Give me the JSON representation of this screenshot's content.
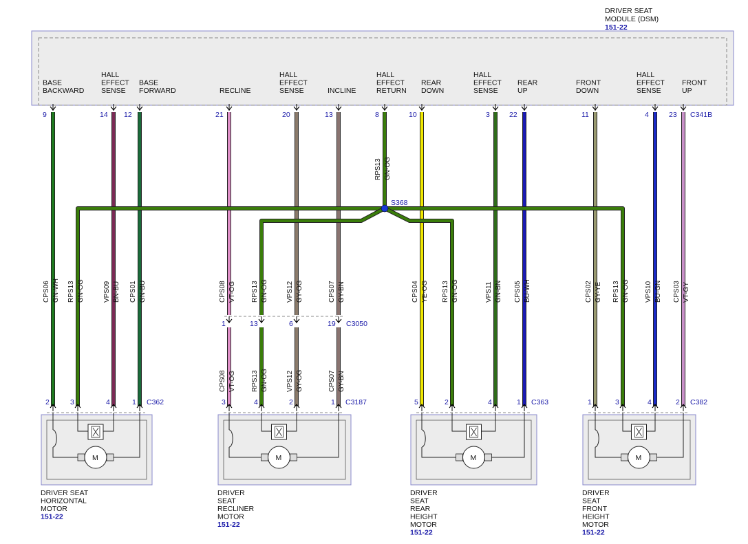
{
  "module": {
    "title_line1": "DRIVER SEAT",
    "title_line2": "MODULE (DSM)",
    "ref": "151-22",
    "connector": "C341B",
    "functions": [
      {
        "lines": [
          "BASE",
          "BACKWARD"
        ]
      },
      {
        "lines": [
          "HALL",
          "EFFECT",
          "SENSE"
        ]
      },
      {
        "lines": [
          "BASE",
          "FORWARD"
        ]
      },
      {
        "lines": [
          "RECLINE"
        ]
      },
      {
        "lines": [
          "HALL",
          "EFFECT",
          "SENSE"
        ]
      },
      {
        "lines": [
          "INCLINE"
        ]
      },
      {
        "lines": [
          "HALL",
          "EFFECT",
          "RETURN"
        ]
      },
      {
        "lines": [
          "REAR",
          "DOWN"
        ]
      },
      {
        "lines": [
          "HALL",
          "EFFECT",
          "SENSE"
        ]
      },
      {
        "lines": [
          "REAR",
          "UP"
        ]
      },
      {
        "lines": [
          "FRONT",
          "DOWN"
        ]
      },
      {
        "lines": [
          "HALL",
          "EFFECT",
          "SENSE"
        ]
      },
      {
        "lines": [
          "FRONT",
          "UP"
        ]
      }
    ],
    "pins": [
      "9",
      "14",
      "12",
      "21",
      "20",
      "13",
      "8",
      "10",
      "3",
      "22",
      "11",
      "4",
      "23"
    ]
  },
  "splice": {
    "label": "S368"
  },
  "wires": [
    {
      "circuit": "CPS06",
      "color": "GN-WH",
      "hex": "#1f7a1f"
    },
    {
      "circuit": "RPS13",
      "color": "GN-OG",
      "hex": "#3a7d0a"
    },
    {
      "circuit": "VPS09",
      "color": "BN-BU",
      "hex": "#7a2a55"
    },
    {
      "circuit": "CPS01",
      "color": "GN-BU",
      "hex": "#1a6b3a"
    },
    {
      "circuit": "CPS08",
      "color": "VT-OG",
      "hex": "#e090c8"
    },
    {
      "circuit": "RPS13",
      "color": "GN-OG",
      "hex": "#3a7d0a"
    },
    {
      "circuit": "VPS12",
      "color": "GY-OG",
      "hex": "#8a7a6a"
    },
    {
      "circuit": "CPS07",
      "color": "GY-BN",
      "hex": "#8a7470"
    },
    {
      "circuit": "RPS13",
      "color": "GN-OG",
      "hex": "#3a7d0a"
    },
    {
      "circuit": "CPS04",
      "color": "YE-OG",
      "hex": "#f0e800"
    },
    {
      "circuit": "RPS13",
      "color": "GN-OG",
      "hex": "#3a7d0a"
    },
    {
      "circuit": "VPS11",
      "color": "GN-BN",
      "hex": "#2f6b1a"
    },
    {
      "circuit": "CPS05",
      "color": "BU-WH",
      "hex": "#1a1ab4"
    },
    {
      "circuit": "CPS02",
      "color": "GY-YE",
      "hex": "#9a9a70"
    },
    {
      "circuit": "RPS13",
      "color": "GN-OG",
      "hex": "#3a7d0a"
    },
    {
      "circuit": "VPS10",
      "color": "BU-GN",
      "hex": "#1a2ac8"
    },
    {
      "circuit": "CPS03",
      "color": "VT-GY",
      "hex": "#c890c8"
    }
  ],
  "inline_connector": {
    "name": "C3050",
    "pins": [
      "1",
      "13",
      "6",
      "19"
    ],
    "below_wires": [
      {
        "circuit": "CPS08",
        "color": "VT-OG"
      },
      {
        "circuit": "RPS13",
        "color": "GN-OG"
      },
      {
        "circuit": "VPS12",
        "color": "GY-OG"
      },
      {
        "circuit": "CPS07",
        "color": "GY-BN"
      }
    ]
  },
  "motors": [
    {
      "connector": "C362",
      "pins": [
        "2",
        "3",
        "4",
        "1"
      ],
      "lines": [
        "DRIVER SEAT",
        "HORIZONTAL",
        "MOTOR"
      ],
      "ref": "151-22"
    },
    {
      "connector": "C3187",
      "pins": [
        "3",
        "4",
        "2",
        "1"
      ],
      "lines": [
        "DRIVER",
        "SEAT",
        "RECLINER",
        "MOTOR"
      ],
      "ref": "151-22"
    },
    {
      "connector": "C363",
      "pins": [
        "5",
        "2",
        "4",
        "1"
      ],
      "lines": [
        "DRIVER",
        "SEAT",
        "REAR",
        "HEIGHT",
        "MOTOR"
      ],
      "ref": "151-22"
    },
    {
      "connector": "C382",
      "pins": [
        "1",
        "3",
        "4",
        "2"
      ],
      "lines": [
        "DRIVER",
        "SEAT",
        "FRONT",
        "HEIGHT",
        "MOTOR"
      ],
      "ref": "151-22"
    }
  ],
  "motor_symbol": "M"
}
